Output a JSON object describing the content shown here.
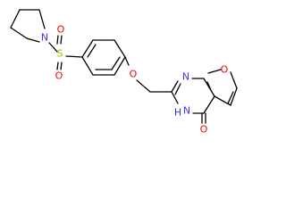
{
  "molecule": {
    "atoms": {
      "n_pyrrolidine": "N",
      "s_sulfonyl": "S",
      "o_sulfonyl_top": "O",
      "o_sulfonyl_bottom": "O",
      "o_ether": "O",
      "n_pyrimidine": "N",
      "nh_pyrimidine": "N",
      "h_pyrimidine": "H",
      "o_furan": "O",
      "o_carbonyl": "O"
    },
    "colors": {
      "N": "#3333ff",
      "O": "#ff0000",
      "S": "#b3b300",
      "H": "#3333ff",
      "bond": "#000000"
    }
  }
}
